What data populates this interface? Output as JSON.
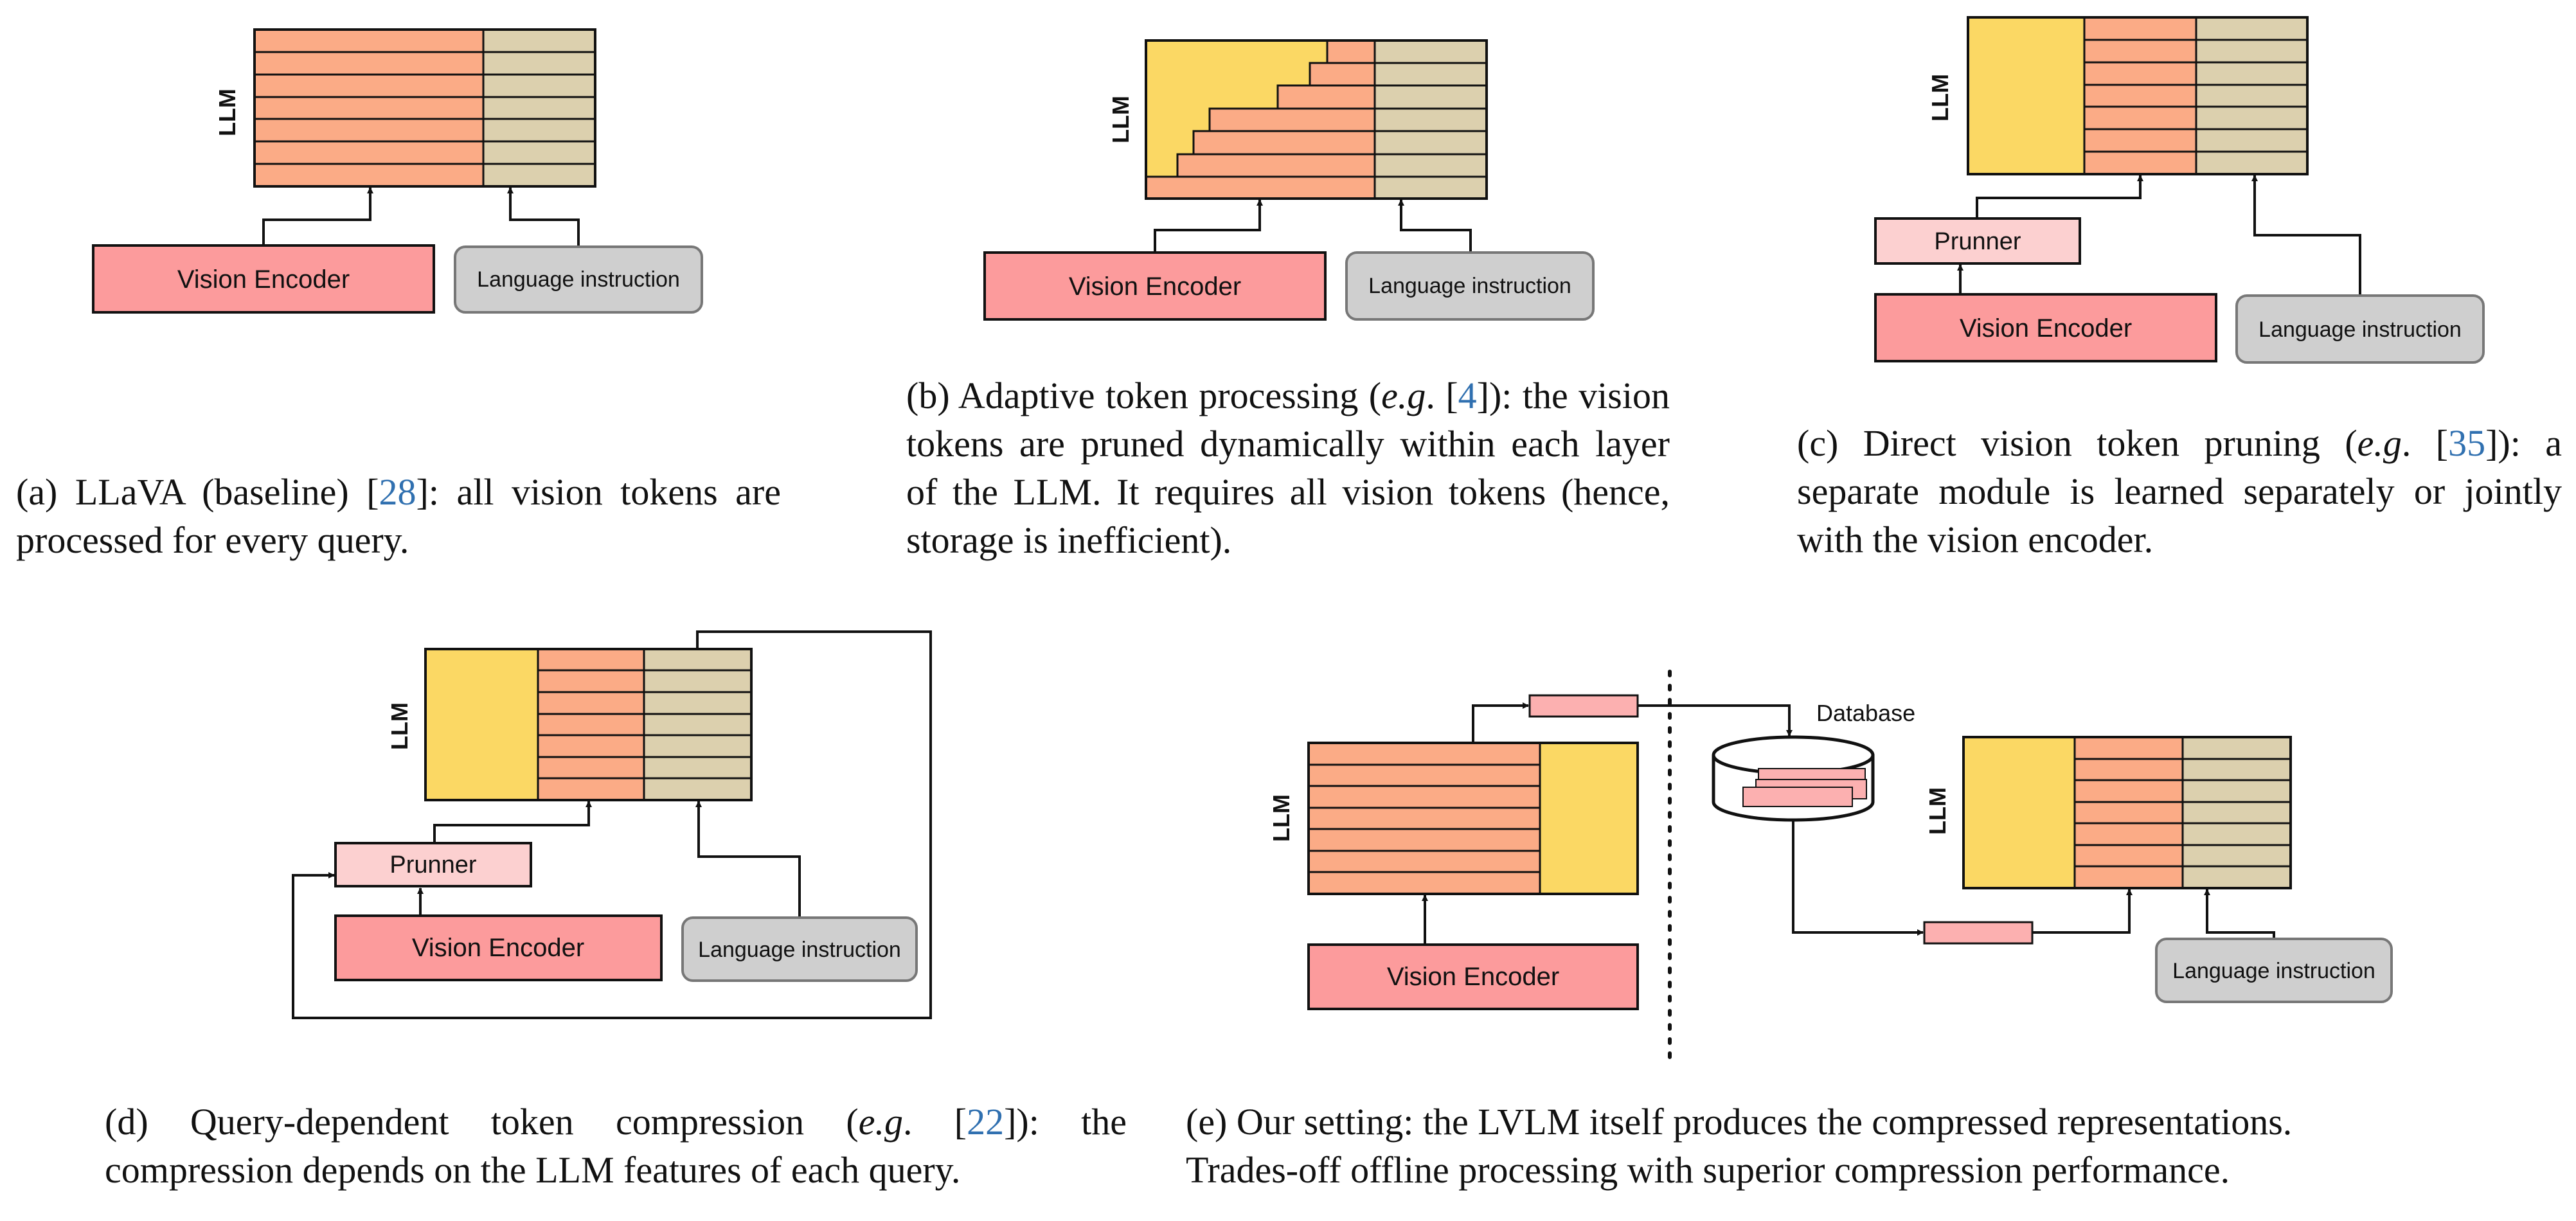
{
  "colors": {
    "vision_token": "#fbab86",
    "text_token": "#dcd0ae",
    "pruned_area": "#fbd864",
    "vision_encoder": "#fc9b9c",
    "prunner": "#fcd0d0",
    "language_box": "#cfcfcf",
    "stroke": "#111111",
    "ref_link": "#3070b0"
  },
  "labels": {
    "llm": "LLM",
    "vision_encoder": "Vision Encoder",
    "language_instruction": "Language instruction",
    "prunner": "Prunner",
    "database": "Database"
  },
  "captions": {
    "a": {
      "pre": "(a) LLaVA (baseline) [",
      "ref": "28",
      "post": "]: all vision tokens are processed for every query."
    },
    "b": {
      "pre": "(b) Adaptive token processing (",
      "eg": "e.g",
      "mid": ". [",
      "ref": "4",
      "post": "]): the vision tokens are pruned dynamically within each layer of the LLM. It requires all vision tokens (hence, storage is inefficient)."
    },
    "c": {
      "pre": "(c) Direct vision token pruning (",
      "eg": "e.g",
      "mid": ". [",
      "ref": "35",
      "post": "]): a separate module is learned separately or jointly with the vision encoder."
    },
    "d": {
      "pre": "(d) Query-dependent token compression (",
      "eg": "e.g",
      "mid": ". [",
      "ref": "22",
      "post": "]): the compression depends on the LLM features of each query."
    },
    "e": {
      "line1": "(e) Our setting: the LVLM itself produces the compressed representations.",
      "line2": "Trades-off offline processing with superior compression performance."
    }
  }
}
